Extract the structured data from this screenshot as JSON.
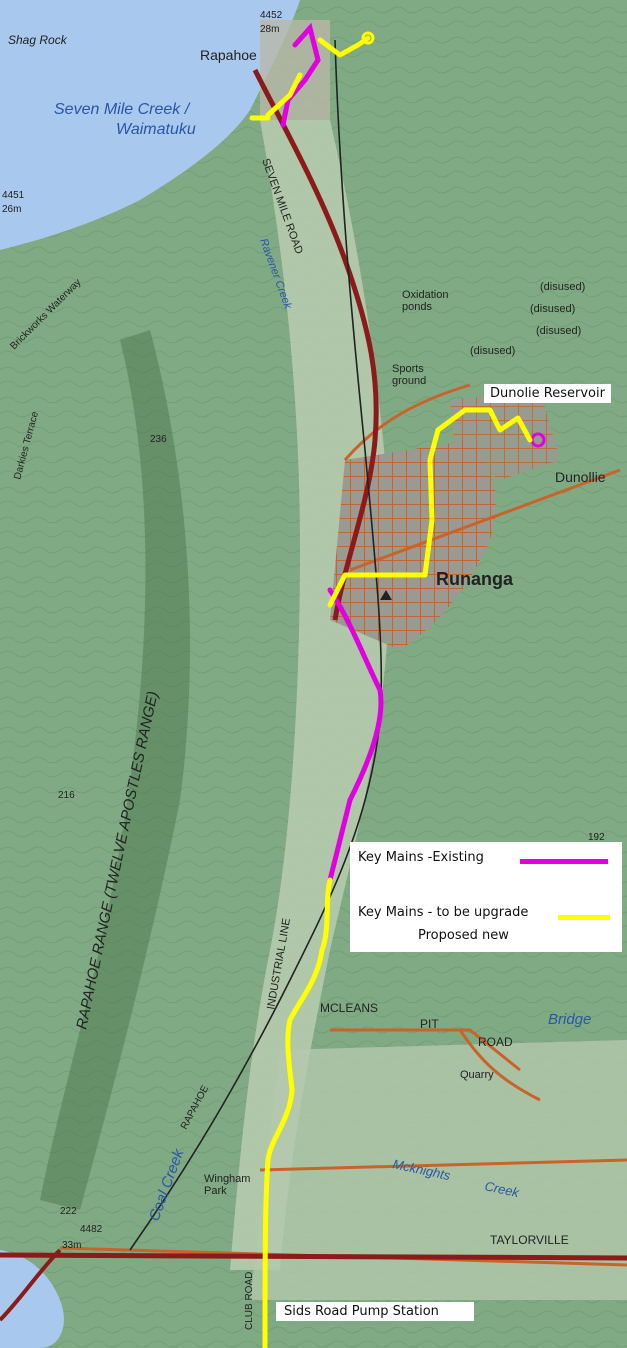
{
  "place_labels": {
    "shag_rock": "Shag Rock",
    "rapahoe": "Rapahoe",
    "seven_mile_creek": "Seven Mile Creek /",
    "waimatuku": "Waimatuku",
    "runanga": "Runanga",
    "dunollie": "Dunollie",
    "sports_ground": "Sports\nground",
    "oxidation_ponds": "Oxidation\nponds",
    "disused": "(disused)",
    "seven_mile_road": "SEVEN MILE ROAD",
    "rapahoe_range": "RAPAHOE RANGE (TWELVE APOSTLES RANGE)",
    "industrial_line": "INDUSTRIAL LINE",
    "rapahoe_line": "RAPAHOE",
    "mcleans": "MCLEANS",
    "pit": "PIT",
    "road": "ROAD",
    "quarry": "Quarry",
    "bridge": "Bridge",
    "coal_creek": "Coal Creek",
    "mcknights_creek": "Mcknights",
    "creek": "Creek",
    "wingham_park": "Wingham\nPark",
    "taylorville": "TAYLORVILLE",
    "club_road": "CLUB ROAD",
    "ravener_creek": "Ravener Creek",
    "darkies_terrace": "Darkies Terrace",
    "brickworks_waterway": "Brickworks Waterway",
    "spot_4452": "4452",
    "spot_4451": "4451",
    "spot_4482": "4482",
    "spot_28m": "28m",
    "spot_26m": "26m",
    "spot_33m": "33m",
    "spot_222": "222",
    "spot_236": "236",
    "spot_216": "216",
    "spot_192": "192"
  },
  "callouts": {
    "reservoir": "Dunolie Reservoir",
    "pump_station": "Sids Road Pump Station"
  },
  "legend": {
    "existing_label": "Key Mains -Existing",
    "upgrade_label": "Key Mains - to be upgrade",
    "proposed_label": "Proposed new",
    "existing_color": "#e000e0",
    "upgrade_color": "#ffff00"
  },
  "colors": {
    "sea": "#a8c8ee",
    "land": "#7fa882",
    "urban": "#c8c8c0",
    "state_highway": "#8b1a1a",
    "local_road": "#c8642a",
    "railway": "#222222"
  }
}
